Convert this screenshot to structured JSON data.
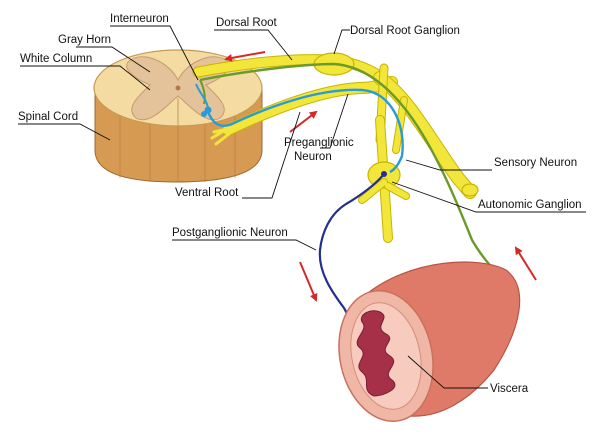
{
  "labels": {
    "interneuron": "Interneuron",
    "dorsal_root": "Dorsal Root",
    "dorsal_root_ganglion": "Dorsal Root Ganglion",
    "gray_horn": "Gray Horn",
    "white_column": "White Column",
    "spinal_cord": "Spinal Cord",
    "preganglionic_line1": "Preganglionic",
    "preganglionic_line2": "Neuron",
    "sensory_neuron": "Sensory Neuron",
    "ventral_root": "Ventral Root",
    "autonomic_ganglion": "Autonomic Ganglion",
    "postganglionic_neuron": "Postganglionic Neuron",
    "viscera": "Viscera"
  },
  "colors": {
    "nerve": "#f2e63a",
    "nerve_outline": "#c9b400",
    "sensory_neuron": "#6a9a2c",
    "preganglionic_neuron": "#2a9bd6",
    "postganglionic_neuron": "#23308f",
    "arrow": "#d62828",
    "white_matter": "#f4dba2",
    "gray_matter": "#e4c29a",
    "cord_side": "#d79a52",
    "viscera_outer": "#e07a68",
    "viscera_inner": "#f0b6a6",
    "lumen": "#a53048"
  }
}
